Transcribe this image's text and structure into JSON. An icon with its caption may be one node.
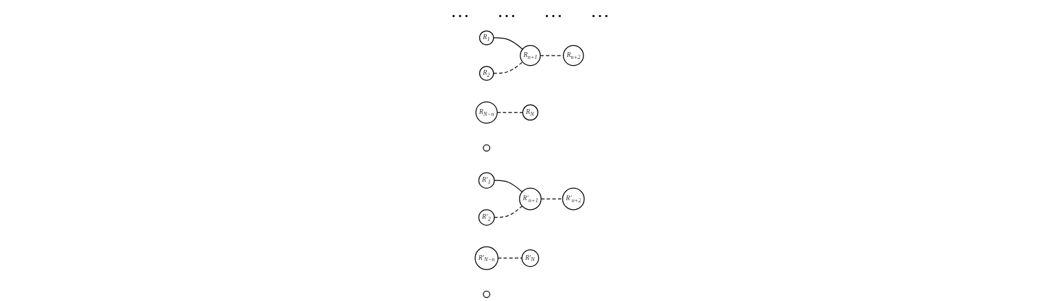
{
  "diagram": {
    "nodes": [
      {
        "text": [
          "R$_{1}$"
        ]
      },
      {
        "text": [
          "R$_{2}$"
        ]
      },
      {
        "text": [
          "R$_{n+1}$"
        ]
      },
      {
        "text": [
          "R$_{n+2}$"
        ]
      },
      {
        "text": [
          "R$_{N−n}$"
        ]
      },
      {
        "text": [],
        "shape": "circle"
      },
      {
        "text": [
          "R$_{N}$"
        ]
      },
      {
        "text": [
          "R′$_{1}$"
        ]
      },
      {
        "text": [
          "R′$_{2}$"
        ]
      },
      {
        "text": [
          "R′$_{n+1}$"
        ]
      },
      {
        "text": [
          "R′$_{n+2}$"
        ]
      },
      {
        "text": [
          "R′$_{N−n}$"
        ]
      },
      {
        "text": [],
        "shape": "circle"
      },
      {
        "text": [
          "R′$_{N}$"
        ]
      }
    ],
    "edges": [
      {
        "from": 0,
        "to": 2,
        "arrow": "none"
      },
      {
        "from": 1,
        "to": 2,
        "arrow": "none",
        "style": "dashed"
      },
      {
        "from": 2,
        "to": 3,
        "arrow": "none",
        "style": "dashed"
      },
      {
        "from": 4,
        "to": 6,
        "arrow": "none",
        "style": "dashed"
      },
      {
        "from": 7,
        "to": 9,
        "arrow": "none"
      },
      {
        "from": 8,
        "to": 9,
        "arrow": "none",
        "style": "dashed"
      },
      {
        "from": 9,
        "to": 10,
        "arrow": "none",
        "style": "dashed"
      },
      {
        "from": 11,
        "to": 13,
        "arrow": "none",
        "style": "dashed"
      }
    ],
    "labels": [
      "…",
      "…",
      "…",
      "…"
    ]
  }
}
